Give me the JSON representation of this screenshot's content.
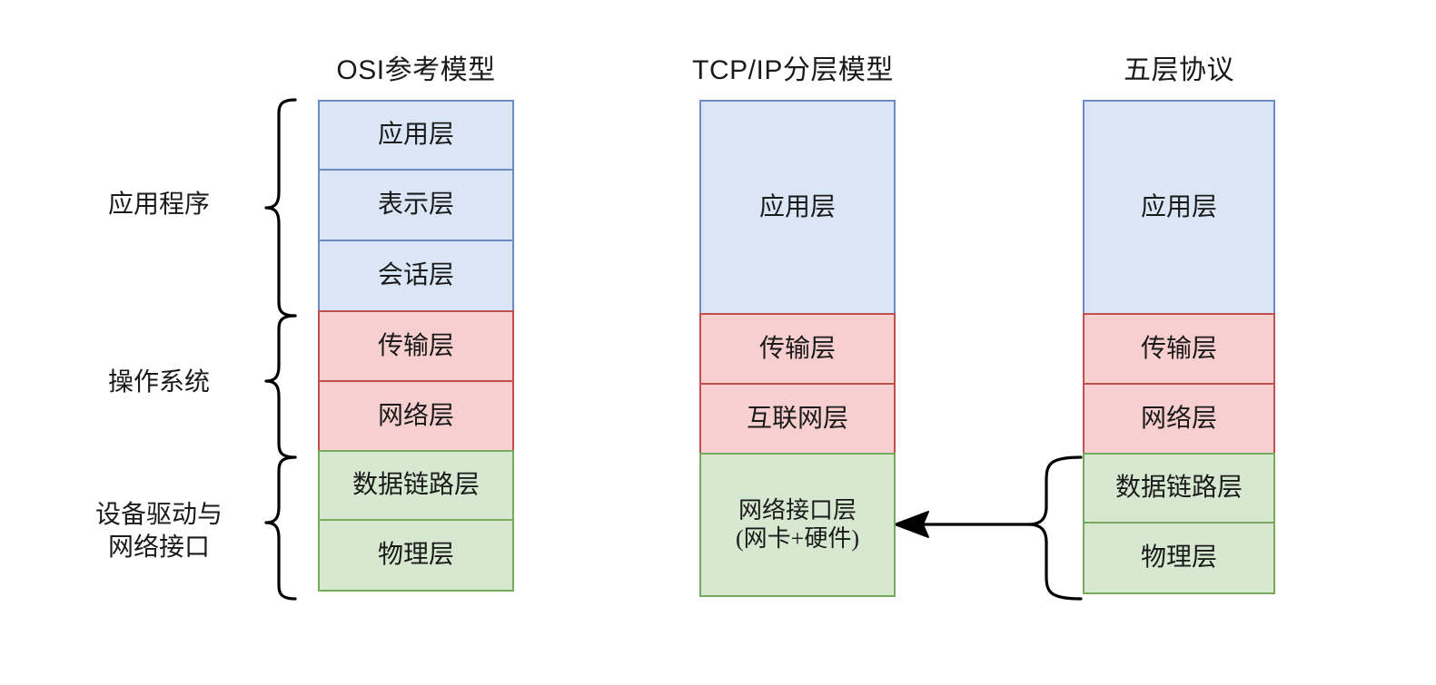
{
  "diagram": {
    "title_osi": "OSI参考模型",
    "title_tcpip": "TCP/IP分层模型",
    "title_five": "五层协议",
    "colors": {
      "blue_fill": "#dae5f5",
      "blue_border": "#6b8cc4",
      "red_fill": "#f7cfcf",
      "red_border": "#c0504d",
      "green_fill": "#d7e8d0",
      "green_border": "#77aa5f",
      "line": "#000000",
      "text": "#1a1a1a",
      "background": "#ffffff"
    },
    "group_labels": [
      {
        "text": "应用程序",
        "covers": "应用层/表示层/会话层"
      },
      {
        "text": "操作系统",
        "covers": "传输层/网络层"
      },
      {
        "text": "设备驱动与\n网络接口",
        "covers": "数据链路层/物理层"
      }
    ],
    "columns": [
      {
        "name": "osi",
        "title": "OSI参考模型",
        "layers": [
          {
            "label": "应用层",
            "color": "blue"
          },
          {
            "label": "表示层",
            "color": "blue"
          },
          {
            "label": "会话层",
            "color": "blue"
          },
          {
            "label": "传输层",
            "color": "red"
          },
          {
            "label": "网络层",
            "color": "red"
          },
          {
            "label": "数据链路层",
            "color": "green"
          },
          {
            "label": "物理层",
            "color": "green"
          }
        ]
      },
      {
        "name": "tcpip",
        "title": "TCP/IP分层模型",
        "layers": [
          {
            "label": "应用层",
            "color": "blue"
          },
          {
            "label": "传输层",
            "color": "red"
          },
          {
            "label": "互联网层",
            "color": "red"
          },
          {
            "label": "网络接口层\n(网卡+硬件)",
            "color": "green"
          }
        ]
      },
      {
        "name": "five",
        "title": "五层协议",
        "layers": [
          {
            "label": "应用层",
            "color": "blue"
          },
          {
            "label": "传输层",
            "color": "red"
          },
          {
            "label": "网络层",
            "color": "red"
          },
          {
            "label": "数据链路层",
            "color": "green"
          },
          {
            "label": "物理层",
            "color": "green"
          }
        ]
      }
    ],
    "connector": {
      "from": "五层协议: 数据链路层 + 物理层",
      "to": "TCP/IP分层模型: 网络接口层(网卡+硬件)",
      "style": "brace-with-arrow",
      "direction": "left"
    }
  }
}
